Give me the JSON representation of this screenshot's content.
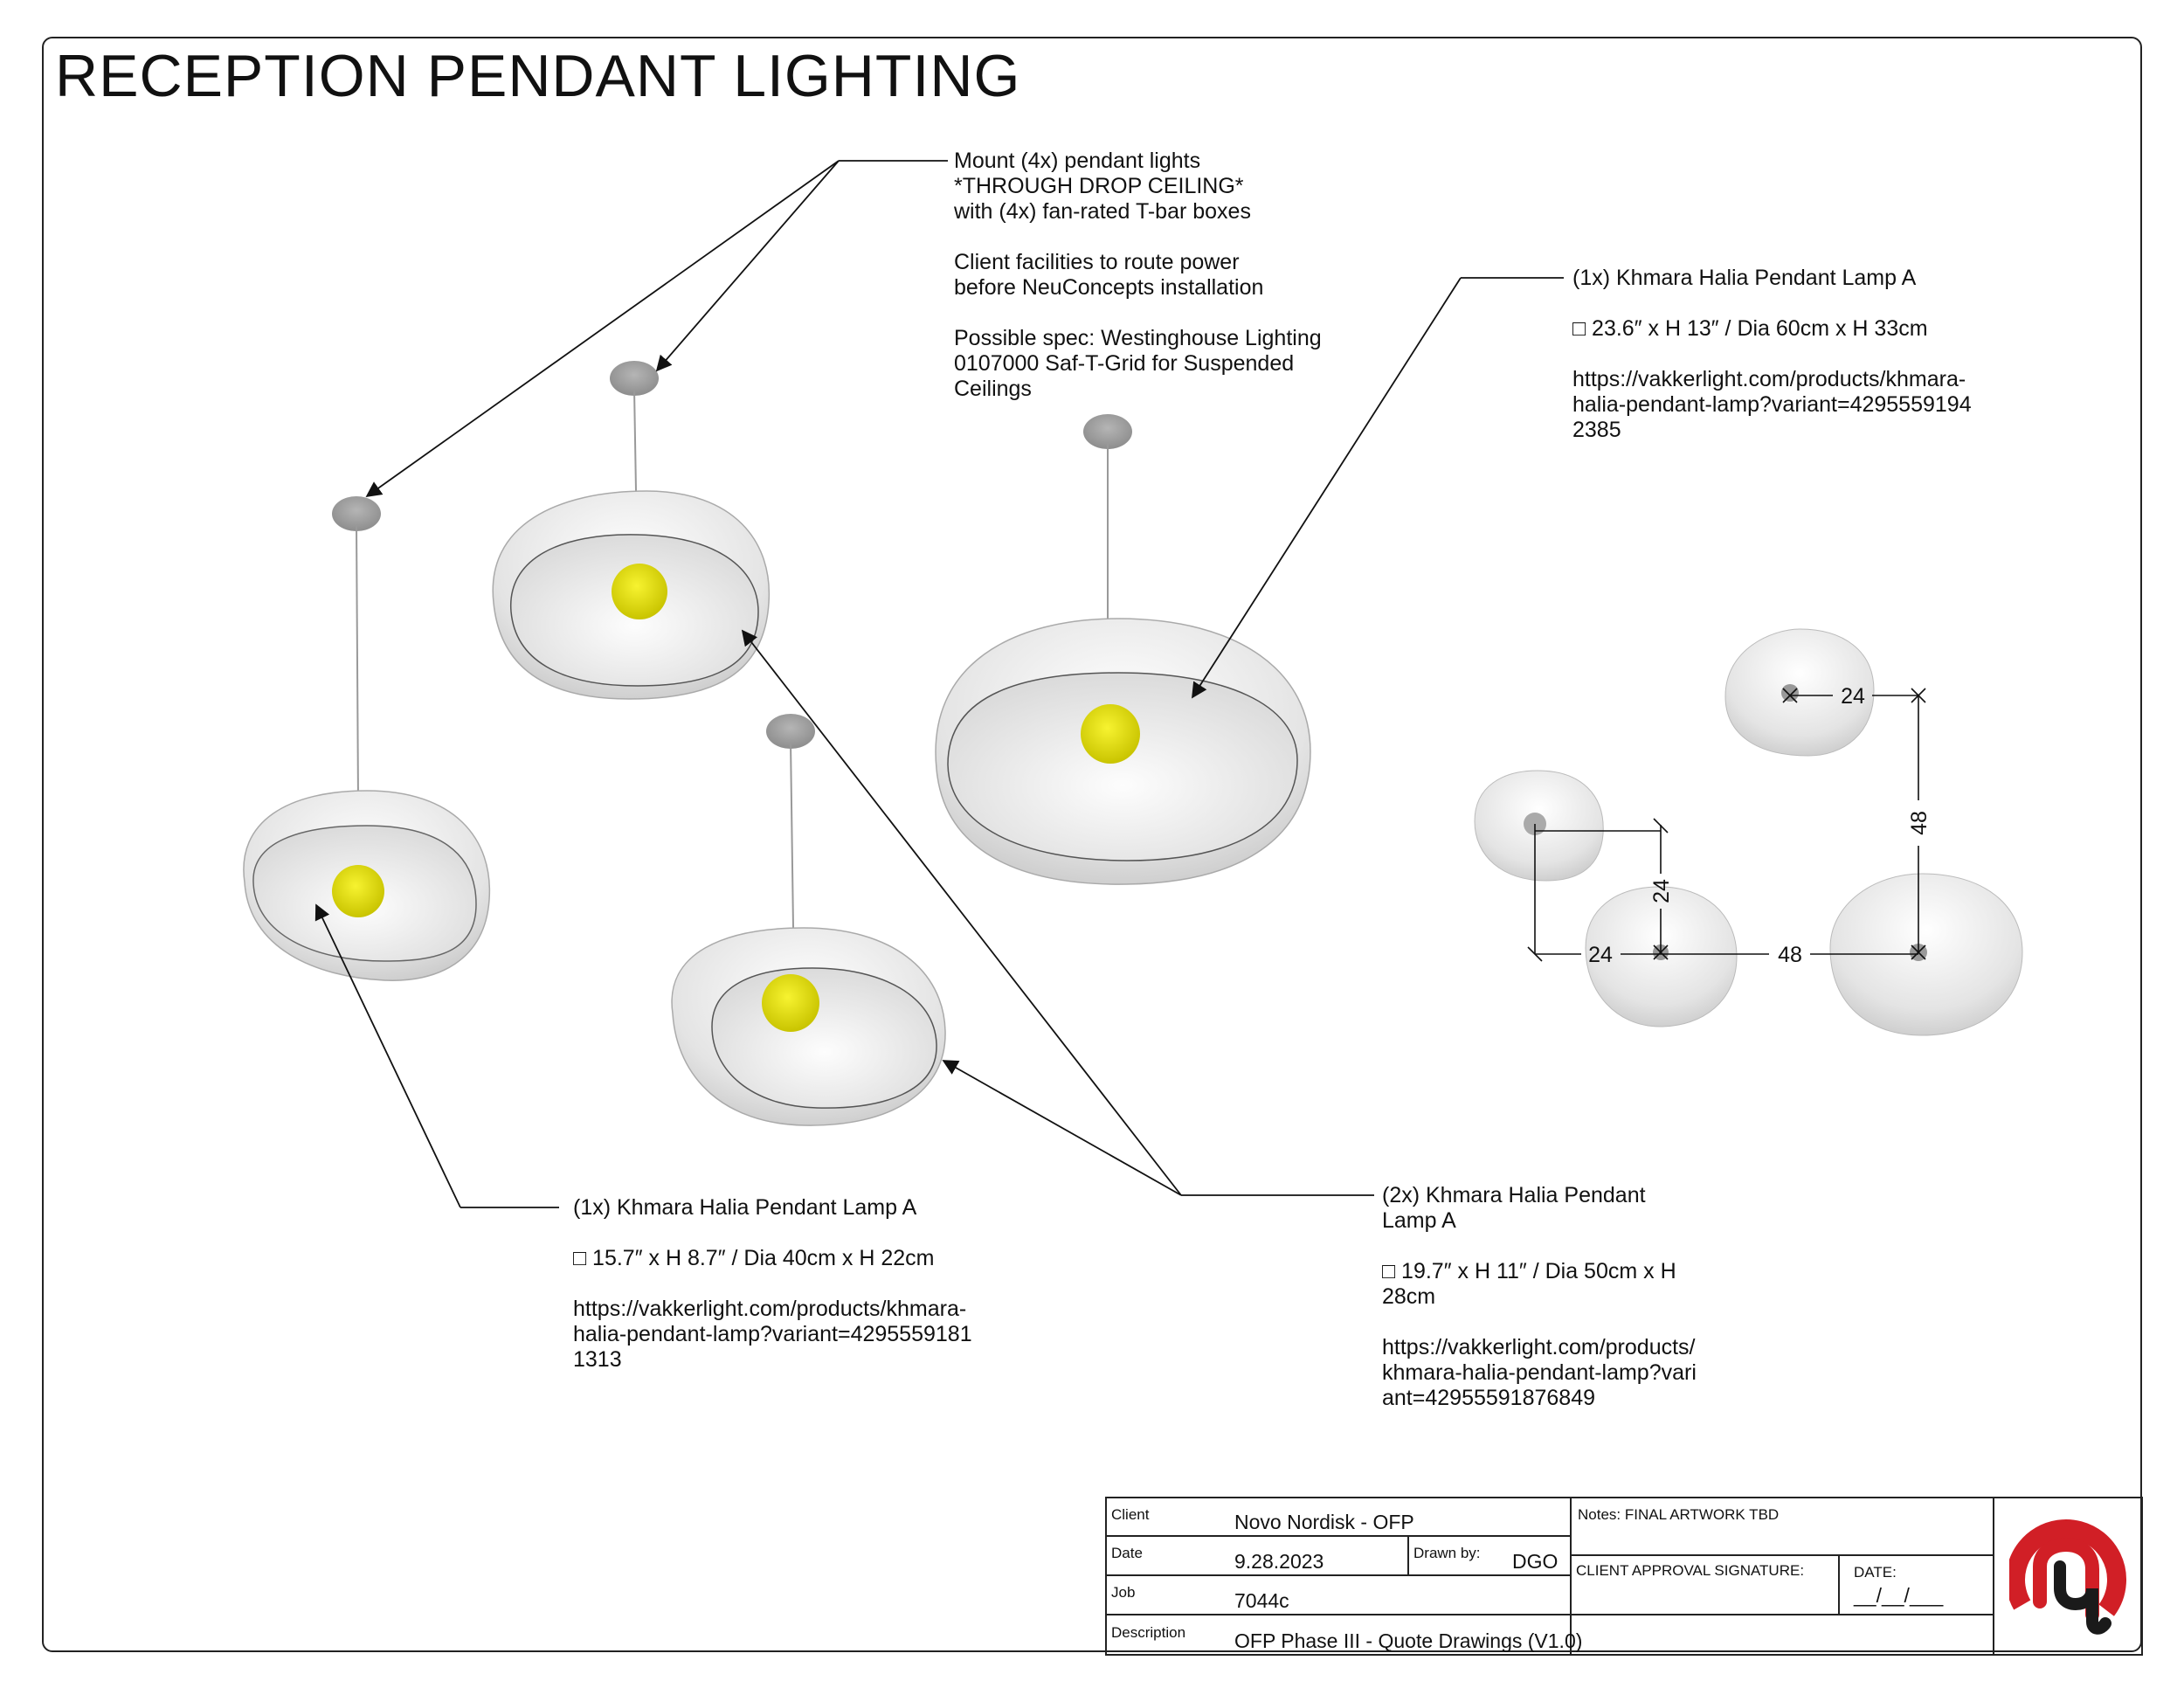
{
  "title": "RECEPTION PENDANT LIGHTING",
  "notes": {
    "mount": {
      "lines": [
        "Mount (4x) pendant lights",
        "*THROUGH DROP CEILING*",
        "with (4x) fan-rated T-bar boxes"
      ],
      "power": [
        "Client facilities to route power",
        "before NeuConcepts installation"
      ],
      "spec": [
        "Possible spec: Westinghouse Lighting",
        "0107000 Saf-T-Grid for Suspended",
        "Ceilings"
      ]
    },
    "lamp_large": {
      "heading": "(1x) Khmara Halia Pendant Lamp A",
      "size": "□ 23.6″ x H 13″ / Dia 60cm x H 33cm",
      "url": [
        "https://vakkerlight.com/products/khmara-",
        "halia-pendant-lamp?variant=4295559194",
        "2385"
      ]
    },
    "lamp_small": {
      "heading": "(1x) Khmara Halia Pendant Lamp A",
      "size": "□ 15.7″ x H 8.7″ / Dia 40cm x H 22cm",
      "url": [
        "https://vakkerlight.com/products/khmara-",
        "halia-pendant-lamp?variant=4295559181",
        "1313"
      ]
    },
    "lamp_medium": {
      "heading": [
        "(2x) Khmara Halia Pendant",
        "Lamp A"
      ],
      "size": [
        "□ 19.7″ x H 11″ / Dia 50cm x H",
        "28cm"
      ],
      "url": [
        "https://vakkerlight.com/products/",
        "khmara-halia-pendant-lamp?vari",
        "ant=42955591876849"
      ]
    }
  },
  "dimensions": {
    "top_horizontal": "24",
    "right_vertical": "48",
    "left_vertical": "24",
    "left_horizontal": "24",
    "bottom_horizontal": "48"
  },
  "title_block": {
    "client_label": "Client",
    "client_value": "Novo Nordisk - OFP",
    "date_label": "Date",
    "date_value": "9.28.2023",
    "drawn_by_label": "Drawn by:",
    "drawn_by_value": "DGO",
    "job_label": "Job",
    "job_value": "7044c",
    "description_label": "Description",
    "description_value": "OFP Phase III - Quote Drawings (V1.0)",
    "notes_label": "Notes: FINAL ARTWORK TBD",
    "approval_label": "CLIENT APPROVAL SIGNATURE:",
    "approval_date_label": "DATE:",
    "approval_date_value": "__/__/___"
  },
  "colors": {
    "bulb": "#e2e000",
    "shade": "#e6e6e6",
    "canopy": "#9a9a9a",
    "logo_red": "#d11f26",
    "logo_black": "#1a1a1a"
  }
}
